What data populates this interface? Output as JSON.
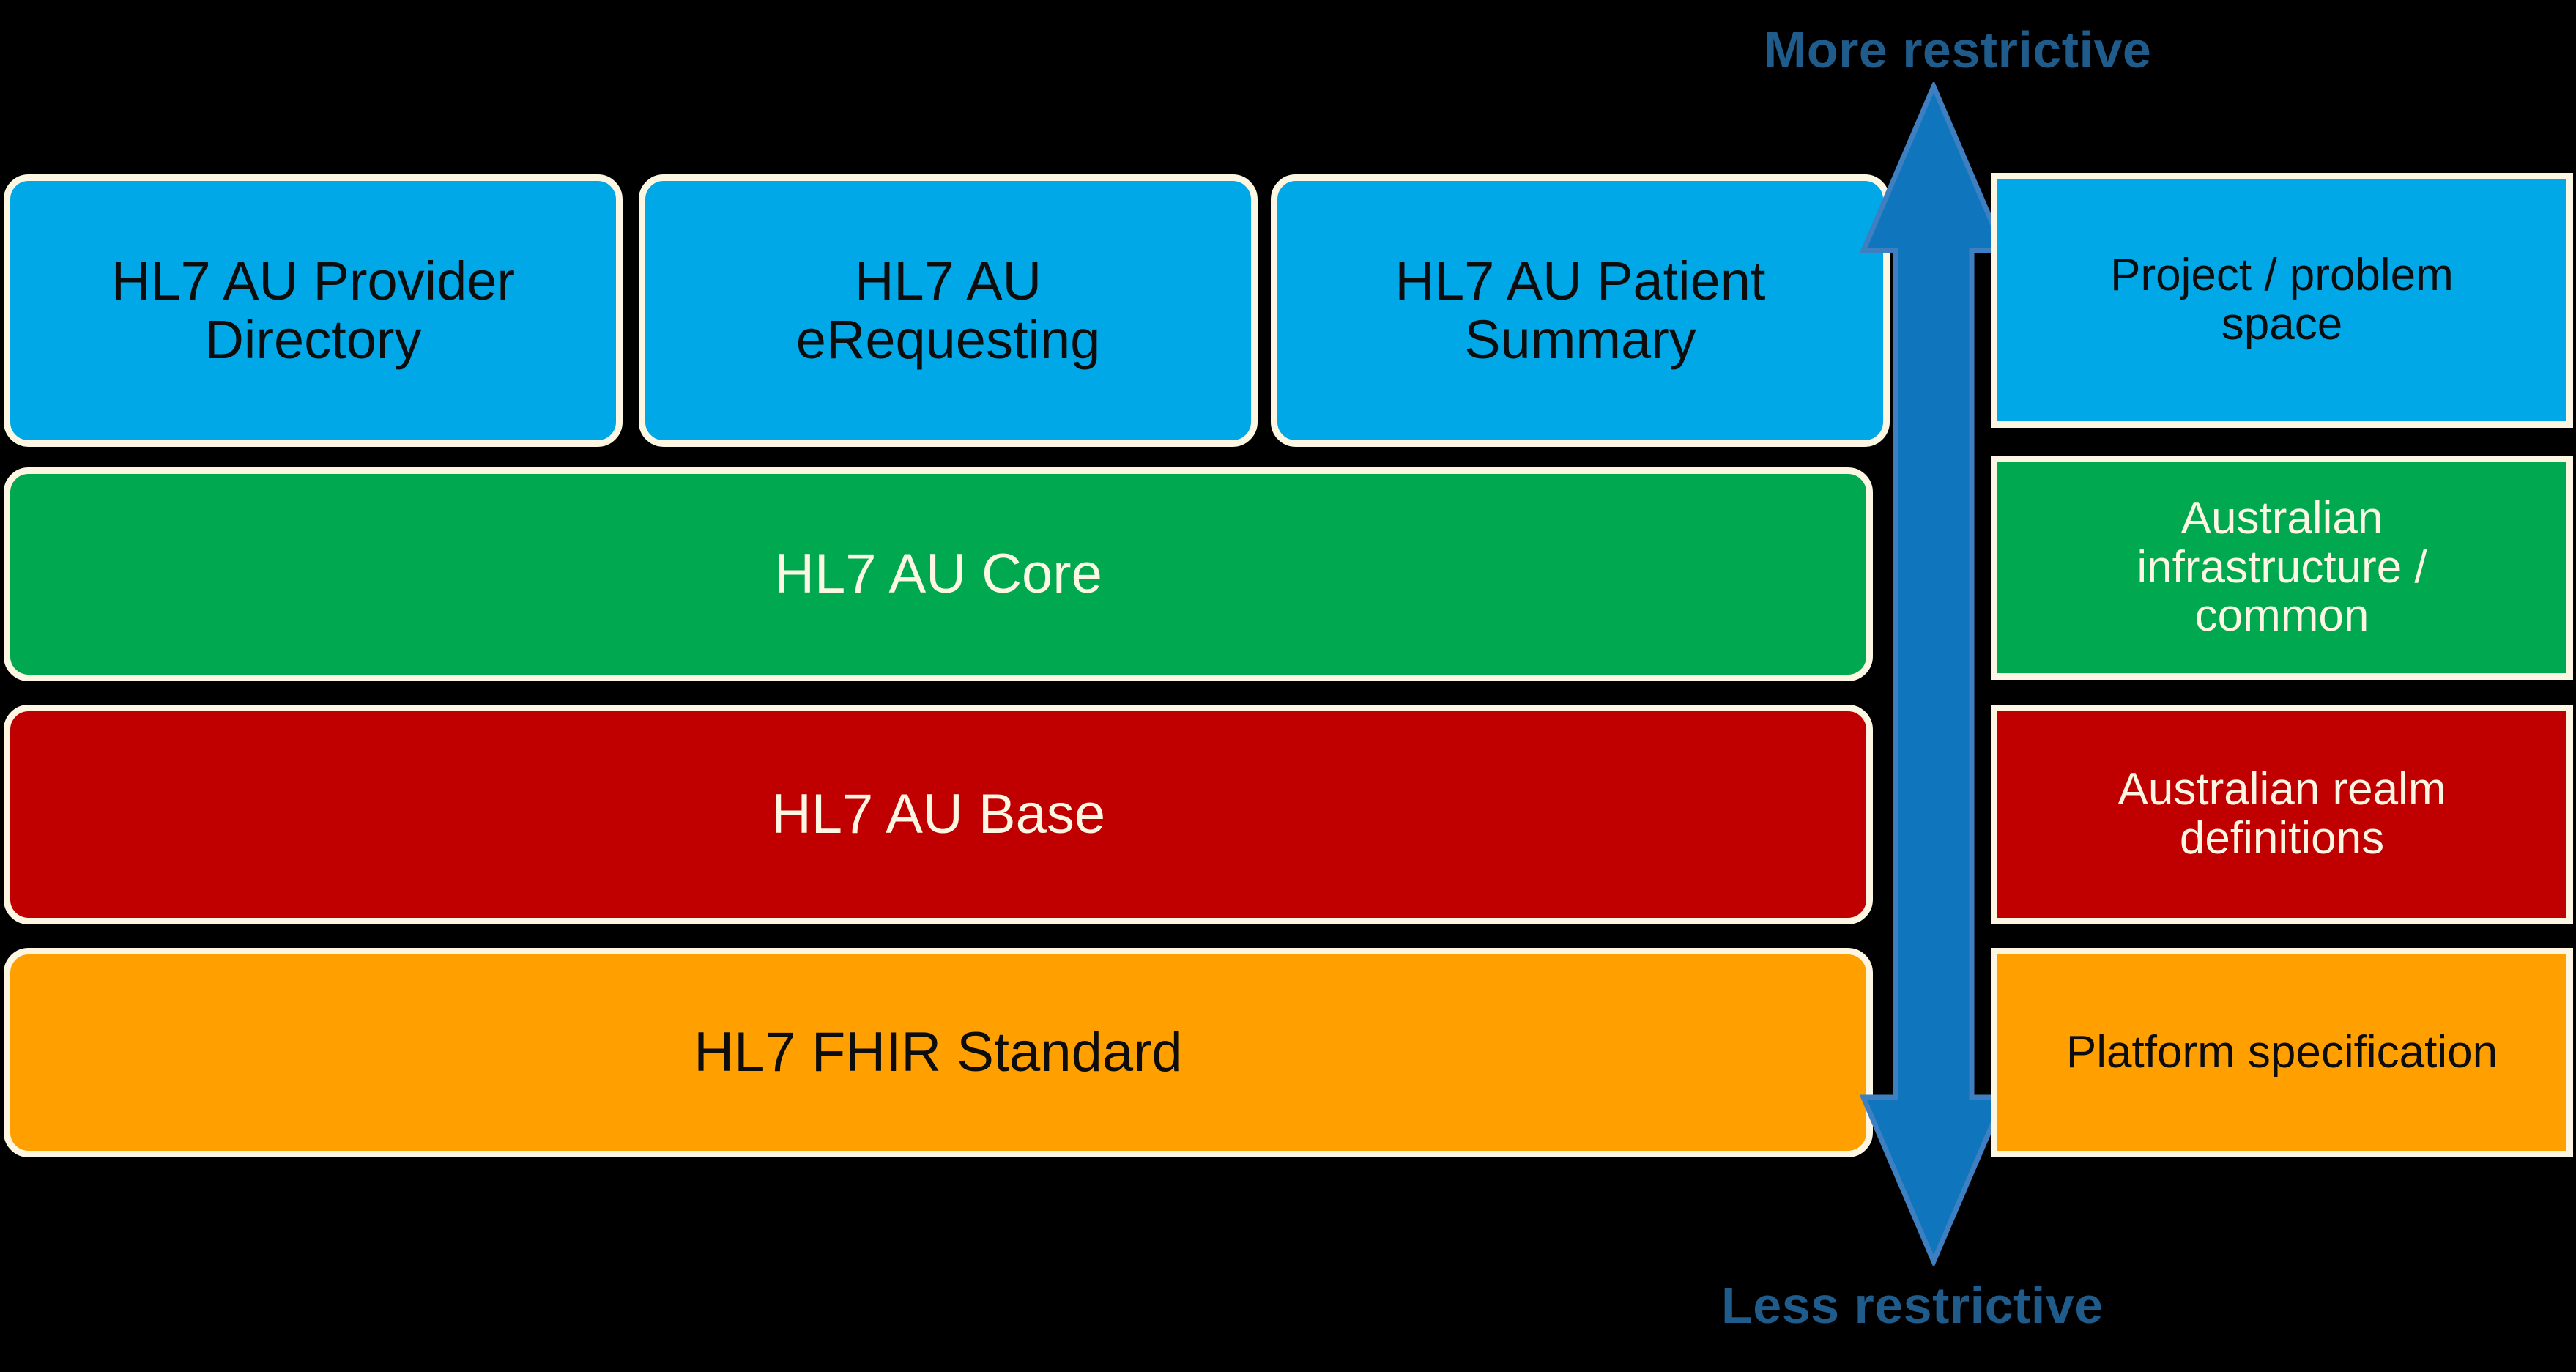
{
  "diagram": {
    "title_implicit": "HL7 AU FHIR specification stack",
    "colors": {
      "blue": "#00A8E8",
      "green": "#00A94F",
      "red": "#C00000",
      "orange": "#FF9F00",
      "border_cream": "#FDF6E3",
      "arrow_blue": "#0F75BC",
      "arrow_outline": "#3E7FC1",
      "label_blue": "#1F5C8B",
      "background": "#000000",
      "text_dark": "#0D0D0D",
      "text_cream": "#FDF6E3"
    },
    "axis": {
      "top_label": "More restrictive",
      "bottom_label": "Less restrictive",
      "arrow": "double-headed-vertical-arrow"
    },
    "stack": {
      "top_row": [
        {
          "label": "HL7 AU Provider\nDirectory",
          "color": "blue",
          "text_color": "dark"
        },
        {
          "label": "HL7 AU\neRequesting",
          "color": "blue",
          "text_color": "dark"
        },
        {
          "label": "HL7 AU Patient\nSummary",
          "color": "blue",
          "text_color": "dark"
        }
      ],
      "layers": [
        {
          "label": "HL7 AU Core",
          "color": "green",
          "text_color": "cream"
        },
        {
          "label": "HL7 AU Base",
          "color": "red",
          "text_color": "cream"
        },
        {
          "label": "HL7 FHIR Standard",
          "color": "orange",
          "text_color": "dark"
        }
      ]
    },
    "legend": [
      {
        "label": "Project / problem\nspace",
        "color": "blue",
        "text_color": "dark"
      },
      {
        "label": "Australian\ninfrastructure /\ncommon",
        "color": "green",
        "text_color": "cream"
      },
      {
        "label": "Australian realm\ndefinitions",
        "color": "red",
        "text_color": "cream"
      },
      {
        "label": "Platform specification",
        "color": "orange",
        "text_color": "dark"
      }
    ]
  }
}
